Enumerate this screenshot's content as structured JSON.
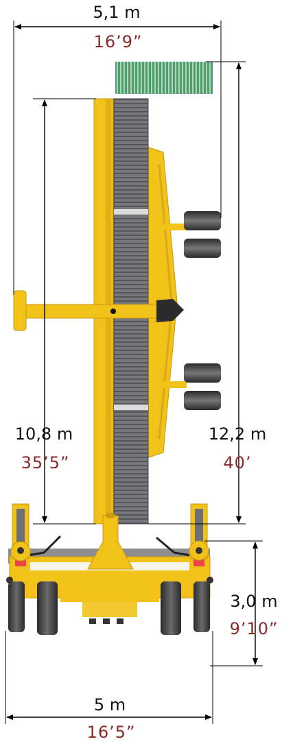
{
  "dimensions": {
    "top_width": {
      "metric": "5,1 m",
      "imperial": "16’9”"
    },
    "frame_length": {
      "metric": "10,8 m",
      "imperial": "35’5”"
    },
    "overall_length": {
      "metric": "12,2 m",
      "imperial": "40’"
    },
    "transport_height": {
      "metric": "3,0 m",
      "imperial": "9’10”"
    },
    "transport_width": {
      "metric": "5 m",
      "imperial": "16’5”"
    }
  },
  "colors": {
    "machine_yellow": "#f2c21a",
    "belt_grey": "#6e6e73",
    "roll_green": "#4f9e6c",
    "tire_dark": "#3a3a3a",
    "imperial_text": "#8c2a2a"
  }
}
